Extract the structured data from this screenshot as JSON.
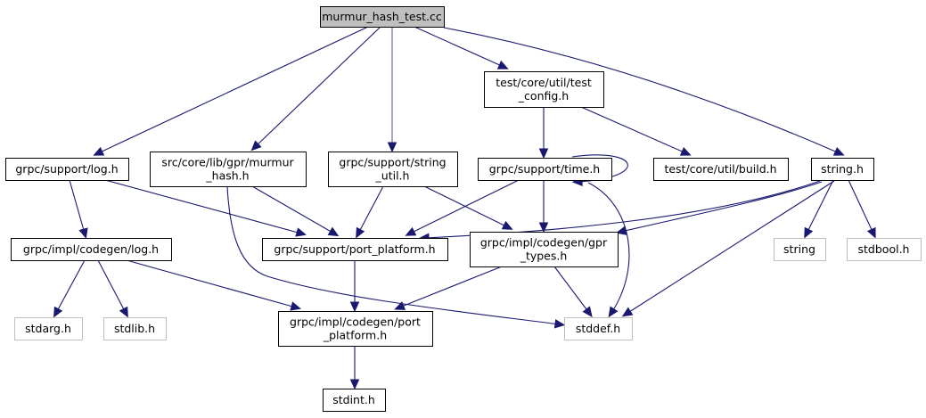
{
  "title": "murmur_hash_test.cc include dependency graph",
  "colors": {
    "edge": "#191970",
    "root_fill": "#bfbfbf",
    "node_border": "#000000",
    "external_border": "#bfbfbf"
  },
  "nodes": [
    {
      "id": "root",
      "lines": [
        "murmur_hash_test.cc"
      ],
      "kind": "root"
    },
    {
      "id": "log_h",
      "lines": [
        "grpc/support/log.h"
      ],
      "kind": "documented"
    },
    {
      "id": "murmur_hash_h",
      "lines": [
        "src/core/lib/gpr/murmur",
        "_hash.h"
      ],
      "kind": "documented"
    },
    {
      "id": "string_util_h",
      "lines": [
        "grpc/support/string",
        "_util.h"
      ],
      "kind": "documented"
    },
    {
      "id": "test_config_h",
      "lines": [
        "test/core/util/test",
        "_config.h"
      ],
      "kind": "documented"
    },
    {
      "id": "string_h",
      "lines": [
        "string.h"
      ],
      "kind": "documented"
    },
    {
      "id": "time_h",
      "lines": [
        "grpc/support/time.h"
      ],
      "kind": "documented"
    },
    {
      "id": "build_h",
      "lines": [
        "test/core/util/build.h"
      ],
      "kind": "documented"
    },
    {
      "id": "codegen_log_h",
      "lines": [
        "grpc/impl/codegen/log.h"
      ],
      "kind": "documented"
    },
    {
      "id": "port_platform_h",
      "lines": [
        "grpc/support/port_platform.h"
      ],
      "kind": "documented"
    },
    {
      "id": "gpr_types_h",
      "lines": [
        "grpc/impl/codegen/gpr",
        "_types.h"
      ],
      "kind": "documented"
    },
    {
      "id": "string",
      "lines": [
        "string"
      ],
      "kind": "external"
    },
    {
      "id": "stdbool_h",
      "lines": [
        "stdbool.h"
      ],
      "kind": "external"
    },
    {
      "id": "stdarg_h",
      "lines": [
        "stdarg.h"
      ],
      "kind": "external"
    },
    {
      "id": "stdlib_h",
      "lines": [
        "stdlib.h"
      ],
      "kind": "external"
    },
    {
      "id": "codegen_port_platform_h",
      "lines": [
        "grpc/impl/codegen/port",
        "_platform.h"
      ],
      "kind": "documented"
    },
    {
      "id": "stddef_h",
      "lines": [
        "stddef.h"
      ],
      "kind": "external"
    },
    {
      "id": "stdint_h",
      "lines": [
        "stdint.h"
      ],
      "kind": "documented"
    }
  ],
  "edges": [
    {
      "from": "root",
      "to": "log_h"
    },
    {
      "from": "root",
      "to": "murmur_hash_h"
    },
    {
      "from": "root",
      "to": "string_util_h"
    },
    {
      "from": "root",
      "to": "test_config_h"
    },
    {
      "from": "root",
      "to": "string_h"
    },
    {
      "from": "log_h",
      "to": "codegen_log_h"
    },
    {
      "from": "log_h",
      "to": "port_platform_h"
    },
    {
      "from": "murmur_hash_h",
      "to": "port_platform_h"
    },
    {
      "from": "murmur_hash_h",
      "to": "stddef_h"
    },
    {
      "from": "string_util_h",
      "to": "port_platform_h"
    },
    {
      "from": "string_util_h",
      "to": "gpr_types_h"
    },
    {
      "from": "test_config_h",
      "to": "time_h"
    },
    {
      "from": "test_config_h",
      "to": "build_h"
    },
    {
      "from": "time_h",
      "to": "time_h"
    },
    {
      "from": "time_h",
      "to": "port_platform_h"
    },
    {
      "from": "time_h",
      "to": "gpr_types_h"
    },
    {
      "from": "time_h",
      "to": "stddef_h"
    },
    {
      "from": "string_h",
      "to": "port_platform_h"
    },
    {
      "from": "string_h",
      "to": "gpr_types_h"
    },
    {
      "from": "string_h",
      "to": "stddef_h"
    },
    {
      "from": "string_h",
      "to": "string"
    },
    {
      "from": "string_h",
      "to": "stdbool_h"
    },
    {
      "from": "codegen_log_h",
      "to": "stdarg_h"
    },
    {
      "from": "codegen_log_h",
      "to": "stdlib_h"
    },
    {
      "from": "codegen_log_h",
      "to": "codegen_port_platform_h"
    },
    {
      "from": "port_platform_h",
      "to": "codegen_port_platform_h"
    },
    {
      "from": "gpr_types_h",
      "to": "codegen_port_platform_h"
    },
    {
      "from": "gpr_types_h",
      "to": "stddef_h"
    },
    {
      "from": "codegen_port_platform_h",
      "to": "stdint_h"
    }
  ]
}
